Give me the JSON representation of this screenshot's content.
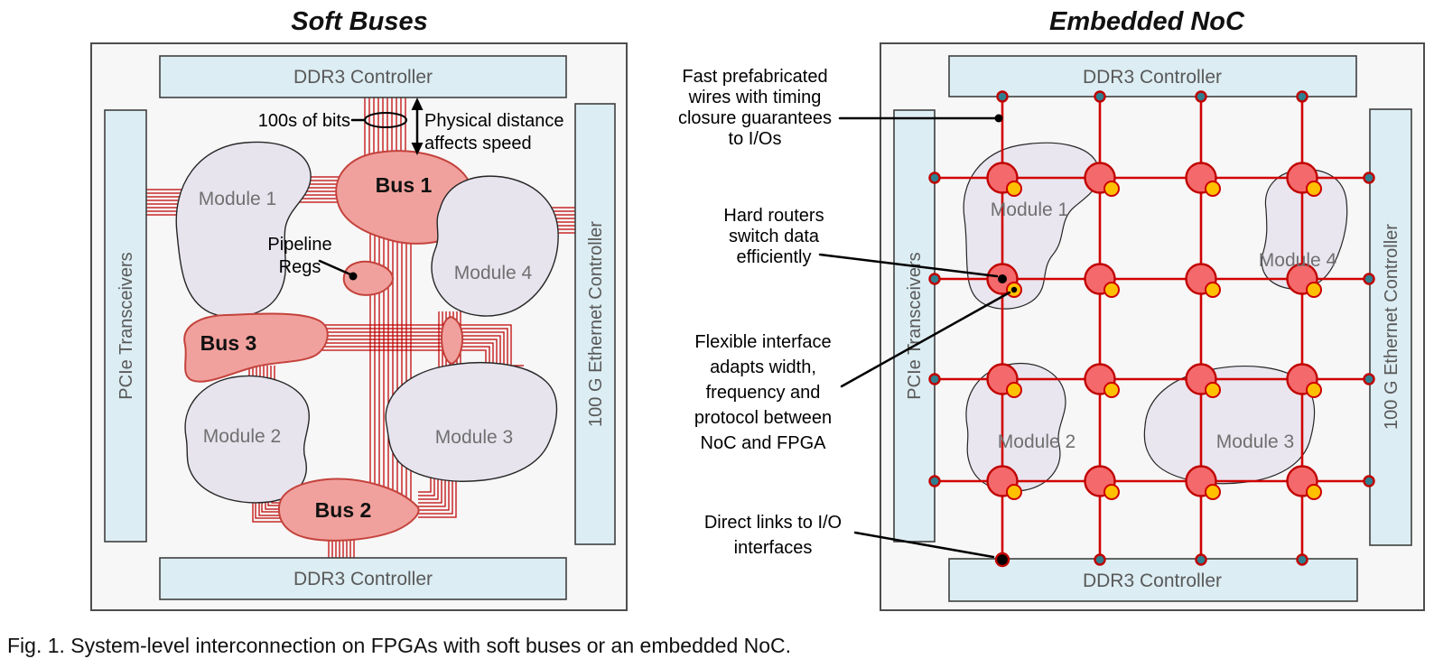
{
  "figure": {
    "caption": "Fig. 1. System-level interconnection on FPGAs with soft buses or an embedded NoC."
  },
  "left_panel": {
    "title": "Soft Buses",
    "ddr3_top": "DDR3 Controller",
    "ddr3_bottom": "DDR3 Controller",
    "pcie": "PCIe Transceivers",
    "ethernet": "100 G Ethernet Controller",
    "modules": {
      "m1": "Module 1",
      "m2": "Module 2",
      "m3": "Module 3",
      "m4": "Module 4"
    },
    "buses": {
      "b1": "Bus 1",
      "b2": "Bus 2",
      "b3": "Bus 3"
    },
    "labels": {
      "bits": "100s of bits",
      "distance1": "Physical distance",
      "distance2": "affects speed",
      "pipeline1": "Pipeline",
      "pipeline2": "Regs"
    }
  },
  "right_panel": {
    "title": "Embedded NoC",
    "ddr3_top": "DDR3 Controller",
    "ddr3_bottom": "DDR3 Controller",
    "pcie": "PCIe Transceivers",
    "ethernet": "100 G Ethernet Controller",
    "modules": {
      "m1": "Module 1",
      "m2": "Module 2",
      "m3": "Module 3",
      "m4": "Module 4"
    },
    "annotations": {
      "fast": [
        "Fast prefabricated",
        "wires with timing",
        "closure guarantees",
        "to I/Os"
      ],
      "hard": [
        "Hard routers",
        "switch data",
        "efficiently"
      ],
      "flexible": [
        "Flexible interface",
        "adapts width,",
        "frequency and",
        "protocol between",
        "NoC and FPGA"
      ],
      "direct": [
        "Direct links to I/O",
        "interfaces"
      ]
    }
  },
  "colors": {
    "wire_red": "#c00000",
    "noc_link_red": "#d10000",
    "router_fill": "#f4696b",
    "interface_yellow": "#ffc000",
    "io_dot_teal": "#2f7f8f",
    "io_block_blue": "#dcedf3",
    "module_fill": "#e7e4ee",
    "bus_fill": "#f1a19d",
    "panel_fill": "#f7f7f7"
  }
}
